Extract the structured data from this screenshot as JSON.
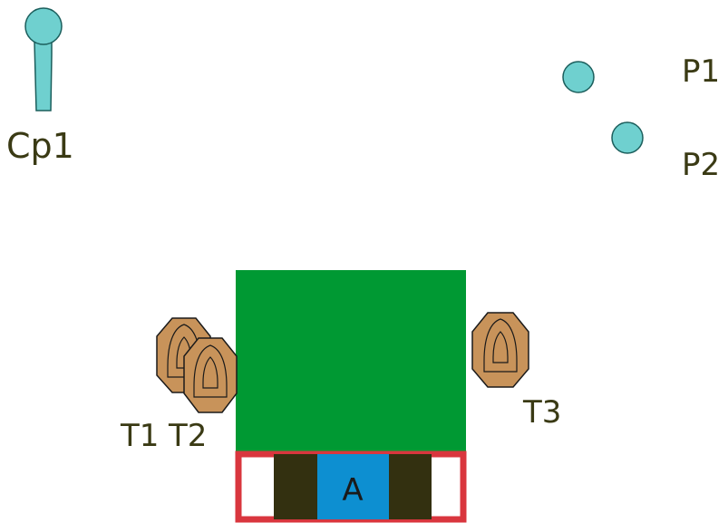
{
  "colors": {
    "popper": "#6fd0cf",
    "popper_stroke": "#1b5e5c",
    "target": "#c8935a",
    "target_stroke": "#1a1a1a",
    "wall": "#009933",
    "fault_line": "#d9363e",
    "barricade": "#333010",
    "box_a": "#0d8fd1",
    "label": "#3a3a14"
  },
  "labels": {
    "cp1": "Cp1",
    "p1": "P1",
    "p2": "P2",
    "t1": "T1",
    "t2": "T2",
    "t3": "T3",
    "box_a": "A"
  },
  "icons": {
    "cp1": "classic-popper-icon",
    "p1": "plate-icon",
    "p2": "plate-icon",
    "targets": "paper-target-icon"
  }
}
